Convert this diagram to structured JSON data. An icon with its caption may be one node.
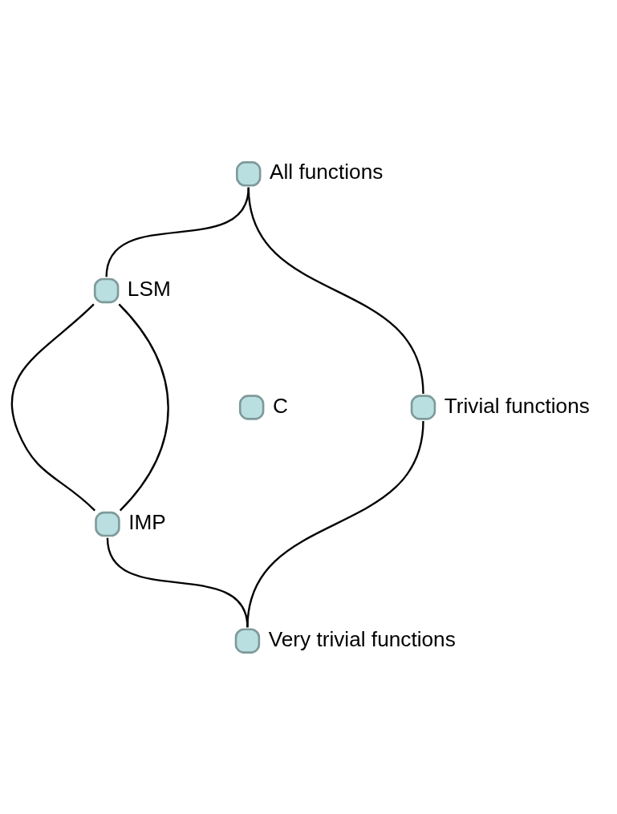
{
  "diagram": {
    "nodes": [
      {
        "text": [],
        "shape": "circle",
        "beside": [
          "All functions"
        ]
      },
      {
        "text": [],
        "shape": "circle",
        "beside": [
          "LSM"
        ]
      },
      {
        "text": [],
        "shape": "circle",
        "beside": [
          "C"
        ]
      },
      {
        "text": [],
        "shape": "circle",
        "beside": [
          "IMP"
        ]
      },
      {
        "text": [],
        "shape": "circle",
        "beside": [
          "Trivial functions"
        ]
      },
      {
        "text": [],
        "shape": "circle",
        "beside": [
          "Very trivial functions"
        ]
      }
    ],
    "edges": [
      {
        "from": 0,
        "to": 1,
        "arrow": "none"
      },
      {
        "from": 0,
        "to": 4,
        "arrow": "none"
      },
      {
        "from": 1,
        "to": 3,
        "arrow": "none"
      },
      {
        "from": 1,
        "to": 3,
        "arrow": "none"
      },
      {
        "from": 3,
        "to": 5,
        "arrow": "none"
      },
      {
        "from": 4,
        "to": 5,
        "arrow": "none"
      }
    ]
  }
}
